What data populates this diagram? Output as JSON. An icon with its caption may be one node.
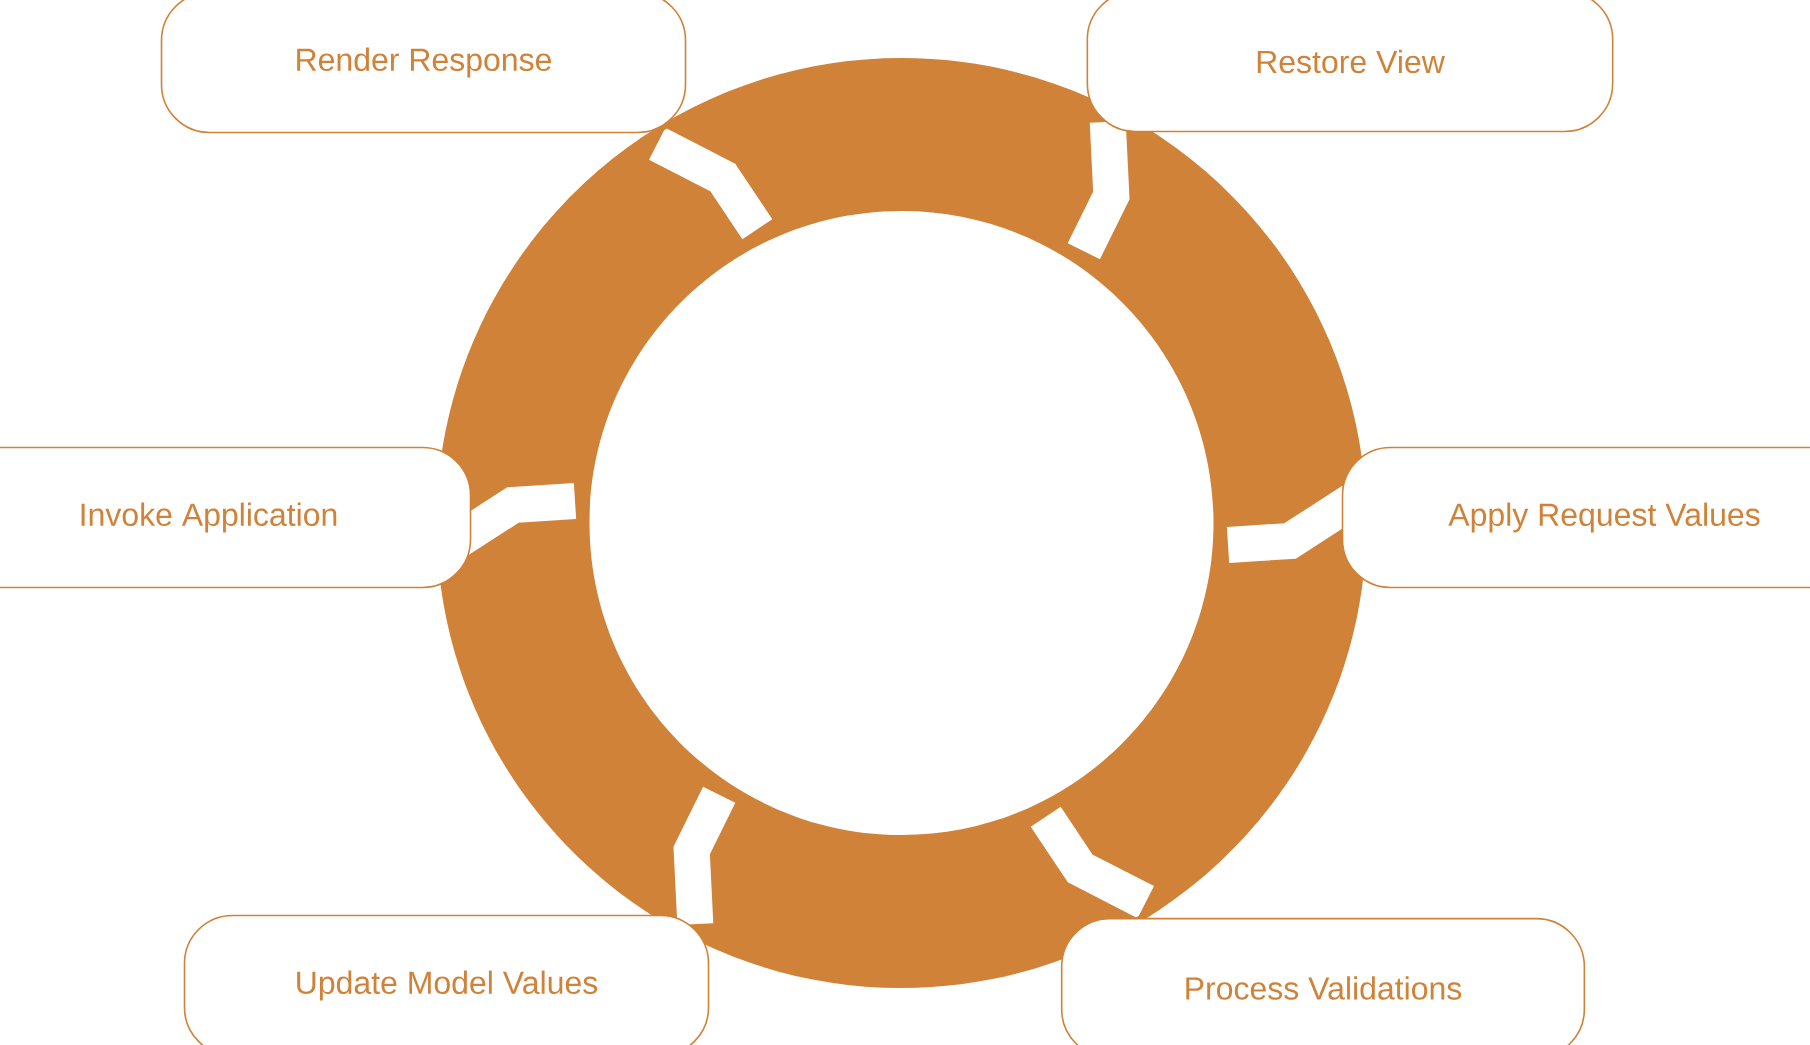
{
  "diagram": {
    "nodes": [
      {
        "text": [
          "Restore View"
        ]
      },
      {
        "text": [
          "Apply Request Values"
        ]
      },
      {
        "text": [
          "Process Validations"
        ]
      },
      {
        "text": [
          "Update Model Values"
        ]
      },
      {
        "text": [
          "Invoke Application"
        ]
      },
      {
        "text": [
          "Render Response"
        ]
      }
    ]
  }
}
